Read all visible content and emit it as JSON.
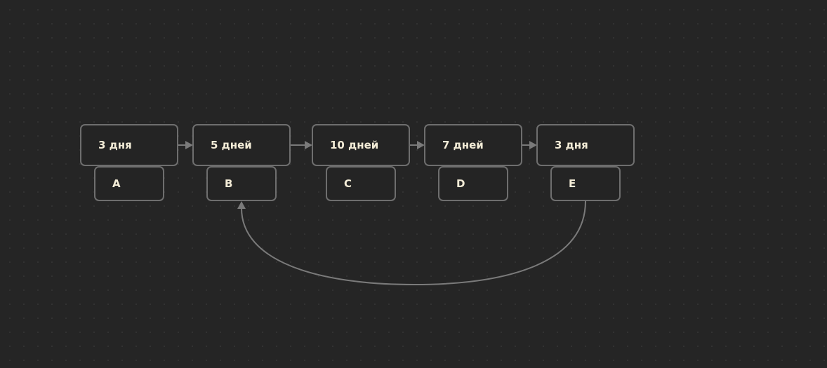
{
  "diagram": {
    "tasks": [
      {
        "duration": "3 дня",
        "name": "A"
      },
      {
        "duration": "5 дней",
        "name": "B"
      },
      {
        "duration": "10 дней",
        "name": "C"
      },
      {
        "duration": "7 дней",
        "name": "D"
      },
      {
        "duration": "3 дня",
        "name": "E"
      }
    ],
    "links": [
      {
        "from": "A",
        "to": "B"
      },
      {
        "from": "B",
        "to": "C"
      },
      {
        "from": "C",
        "to": "D"
      },
      {
        "from": "D",
        "to": "E"
      },
      {
        "from": "E",
        "to": "B"
      }
    ],
    "colors": {
      "background": "#252525",
      "node_border": "#6e6e6e",
      "node_text": "#f3ecd7",
      "connector": "#7a7a7a"
    }
  }
}
